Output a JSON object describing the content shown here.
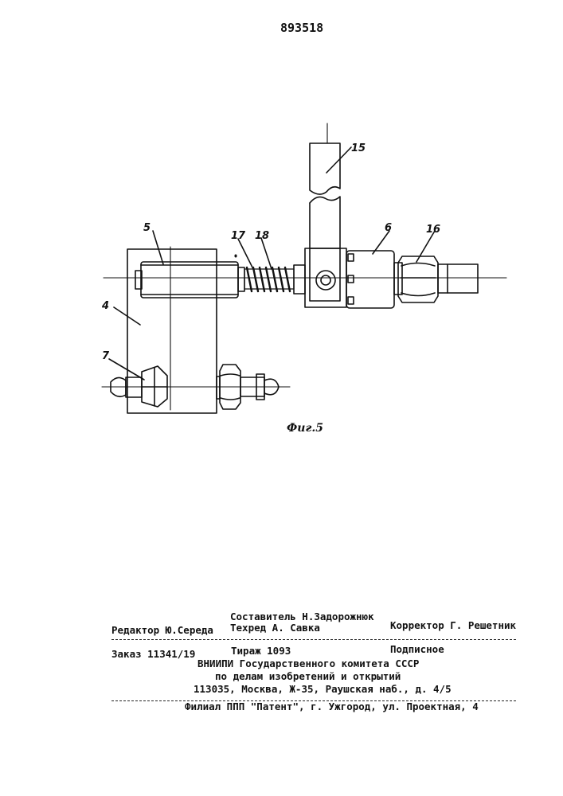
{
  "header": {
    "patent_number": "893518"
  },
  "figure": {
    "caption": "Фиг.5",
    "callouts": {
      "c4": "4",
      "c5": "5",
      "c6": "6",
      "c7": "7",
      "c15": "15",
      "c16": "16",
      "c17": "17",
      "c18": "18"
    }
  },
  "colophon": {
    "composer": "Составитель Н.Задорожнюк",
    "editor": "Редактор Ю.Середа",
    "techred": "Техред  А. Савка",
    "corrector": "Корректор  Г. Решетник",
    "order": "Заказ 11341/19",
    "circulation": "Тираж 1093",
    "subscription": "Подписное",
    "org_line1": "ВНИИПИ Государственного комитета СССР",
    "org_line2": "по делам изобретений и открытий",
    "address": "113035, Москва, Ж-35, Раушская наб., д. 4/5",
    "branch": "Филиал ППП \"Патент\", г. Ужгород, ул. Проектная, 4"
  }
}
